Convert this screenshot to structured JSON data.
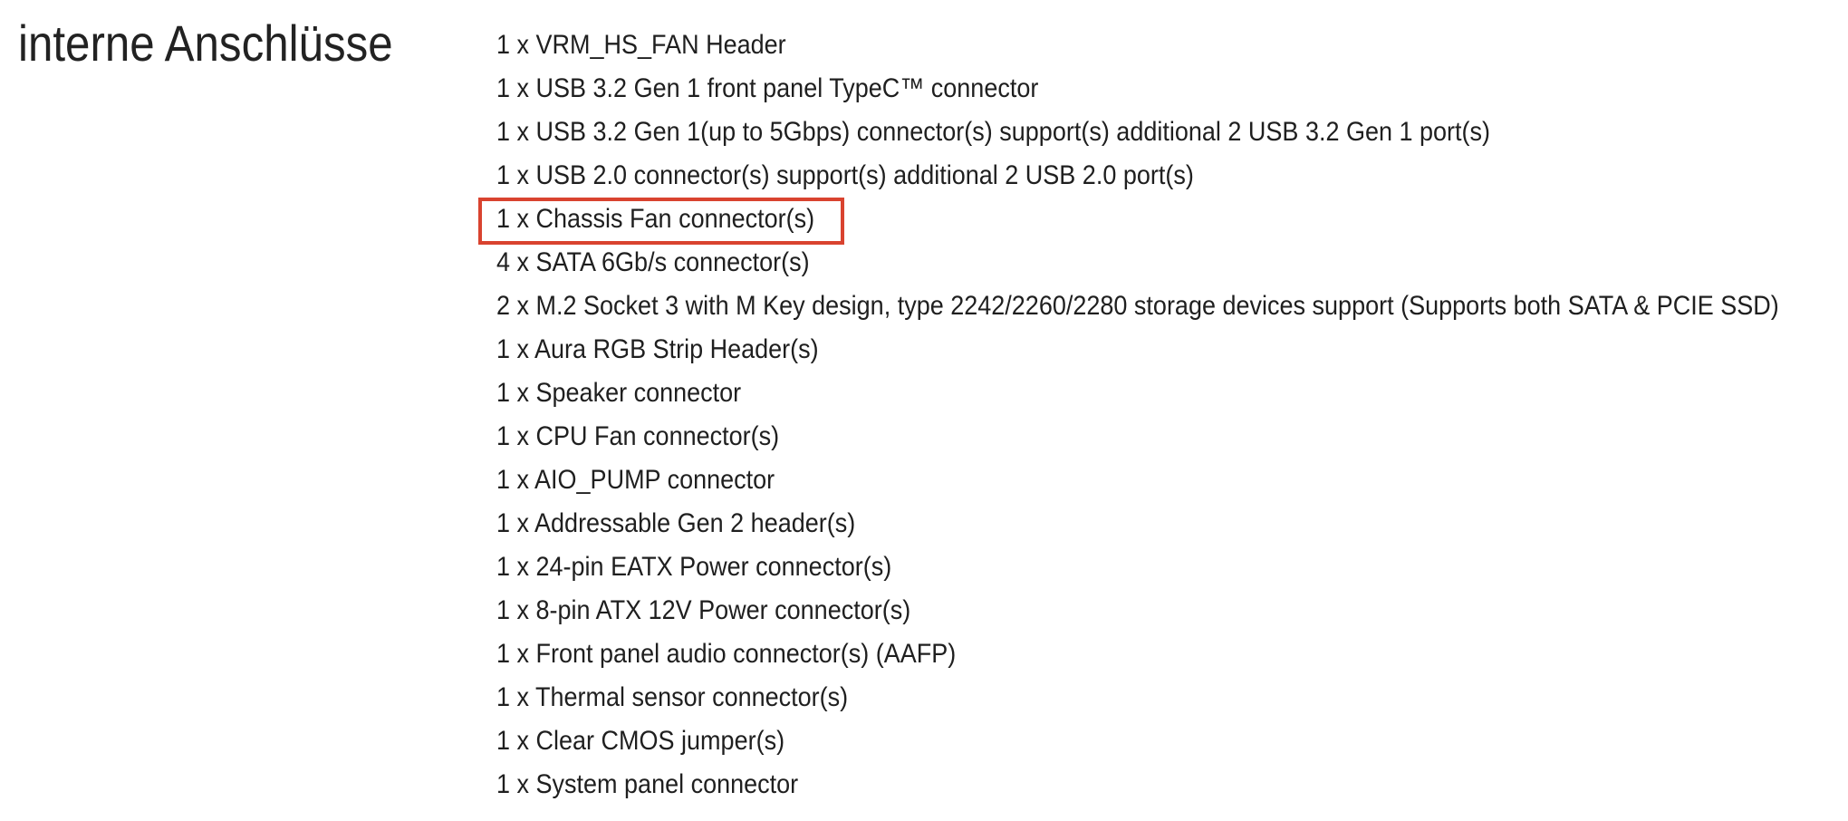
{
  "section": {
    "title": "interne Anschlüsse",
    "highlight_color": "#d9432f",
    "highlighted_index": 4,
    "items": [
      "1 x VRM_HS_FAN Header",
      "1 x USB 3.2 Gen 1 front panel TypeC™ connector",
      "1 x USB 3.2 Gen 1(up to 5Gbps) connector(s) support(s) additional 2 USB 3.2 Gen 1 port(s)",
      "1 x USB 2.0 connector(s) support(s) additional 2 USB 2.0 port(s)",
      "1 x Chassis Fan connector(s)",
      "4 x SATA 6Gb/s connector(s)",
      "2 x M.2 Socket 3 with M Key design, type 2242/2260/2280 storage devices support (Supports both SATA & PCIE SSD)",
      "1 x Aura RGB Strip Header(s)",
      "1 x Speaker connector",
      "1 x CPU Fan connector(s)",
      "1 x AIO_PUMP connector",
      "1 x Addressable Gen 2 header(s)",
      "1 x 24-pin EATX Power connector(s)",
      "1 x 8-pin ATX 12V Power connector(s)",
      "1 x Front panel audio connector(s) (AAFP)",
      "1 x Thermal sensor connector(s)",
      "1 x Clear CMOS jumper(s)",
      "1 x System panel connector"
    ]
  }
}
